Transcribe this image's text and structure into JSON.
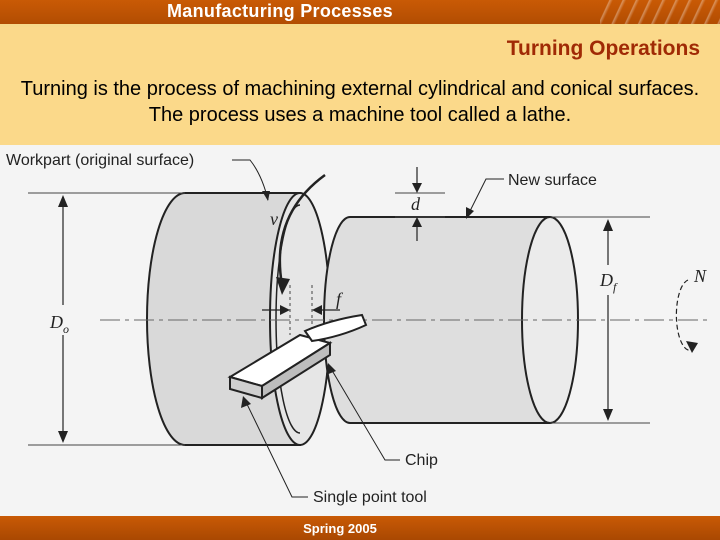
{
  "header": {
    "title": "Manufacturing Processes"
  },
  "slide": {
    "title": "Turning Operations",
    "description": "Turning is the process of machining external cylindrical and conical surfaces.  The process uses a machine tool called a lathe."
  },
  "figure": {
    "labels": {
      "workpart": "Workpart (original surface)",
      "new_surface": "New surface",
      "chip": "Chip",
      "tool": "Single point tool"
    },
    "symbols": {
      "v": "v",
      "d": "d",
      "f": "f",
      "D0": "D",
      "D0_sub": "o",
      "Df": "D",
      "Df_sub": "f",
      "N": "N"
    }
  },
  "footer": {
    "text": "Spring 2005"
  },
  "colors": {
    "header": "#c95a05",
    "title_band": "#fbd98a",
    "title_text": "#a02a05"
  }
}
